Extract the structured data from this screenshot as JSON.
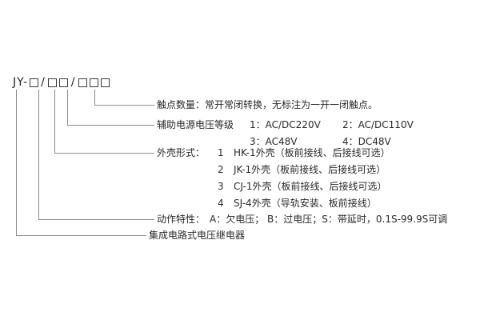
{
  "model": {
    "prefix": "JY-",
    "separator": "/"
  },
  "rows": {
    "contact": {
      "text": "触点数量：常开常闭转换，无标注为一开一闭触点。"
    },
    "aux": {
      "title": "辅助电源电压等级",
      "opt1": "1：AC/DC220V",
      "opt2": "2：AC/DC110V",
      "opt3": "3：AC48V",
      "opt4": "4：DC48V"
    },
    "shell": {
      "title": "外壳形式：",
      "items": [
        {
          "num": "1",
          "text": "HK-1外壳（板前接线、后接线可选）"
        },
        {
          "num": "2",
          "text": "JK-1外壳（板前接线、后接线可选）"
        },
        {
          "num": "3",
          "text": "CJ-1外壳（板前接线、后接线可选）"
        },
        {
          "num": "4",
          "text": "SJ-4外壳（导轨安装、板前接线）"
        }
      ]
    },
    "action": {
      "title": "动作特性：",
      "text": "A：欠电压；  B：过电压；S：带延时，0.1S-99.9S可调"
    },
    "product": {
      "text": "集成电路式电压继电器"
    }
  }
}
